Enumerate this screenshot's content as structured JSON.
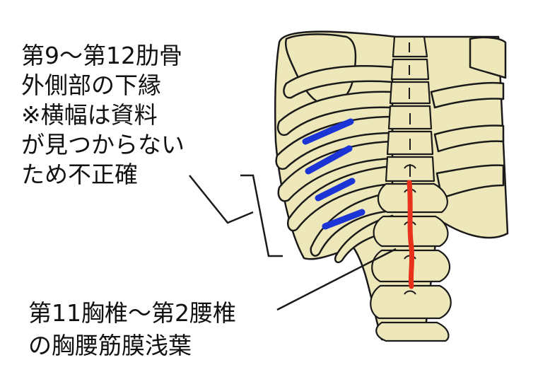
{
  "annotations": {
    "ribs_label": [
      "第9〜第12肋骨",
      "外側部の下縁",
      "※横幅は資料",
      "が見つからない",
      "ため不正確"
    ],
    "fascia_label": [
      "第11胸椎〜第2腰椎",
      "の胸腰筋膜浅葉"
    ]
  },
  "colors": {
    "bone": "#ede7b9",
    "outline": "#1a1a1a",
    "rib_margin_marks": "#1b34d6",
    "fascia_line": "#e8321c"
  }
}
